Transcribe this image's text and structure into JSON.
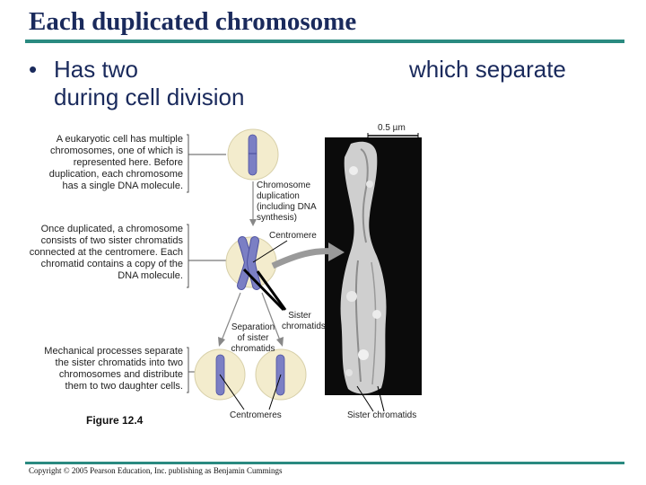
{
  "slide": {
    "title": "Each duplicated chromosome",
    "bullet": {
      "line1": "Has two",
      "line1_right": "which separate",
      "line2": "during cell division"
    },
    "copyright": "Copyright © 2005 Pearson Education, Inc. publishing as Benjamin Cummings",
    "colors": {
      "title": "#1a2a5c",
      "rule": "#2a8a80",
      "chromatid": "#7b7fc4",
      "cell": "#f3eccd"
    }
  },
  "figure": {
    "caption": "Figure 12.4",
    "scale_bar": "0.5 µm",
    "notes": {
      "eukaryotic": [
        "A eukaryotic cell has multiple",
        "chromosomes, one of which is",
        "represented here. Before",
        "duplication, each chromosome",
        "has a single DNA molecule."
      ],
      "duplicated": [
        "Once duplicated, a chromosome",
        "consists of two sister chromatids",
        "connected at the centromere. Each",
        "chromatid contains a copy of the",
        "DNA molecule."
      ],
      "mechanical": [
        "Mechanical processes separate",
        "the sister chromatids into two",
        "chromosomes and distribute",
        "them to two daughter cells."
      ]
    },
    "labels": {
      "duplication": [
        "Chromosome",
        "duplication",
        "(including DNA",
        "synthesis)"
      ],
      "centromere": "Centromere",
      "sister_chromatids": [
        "Sister",
        "chromatids"
      ],
      "separation": [
        "Separation",
        "of sister",
        "chromatids"
      ],
      "centromeres": "Centromeres",
      "sister_chromatids_bottom": "Sister chromatids"
    }
  }
}
